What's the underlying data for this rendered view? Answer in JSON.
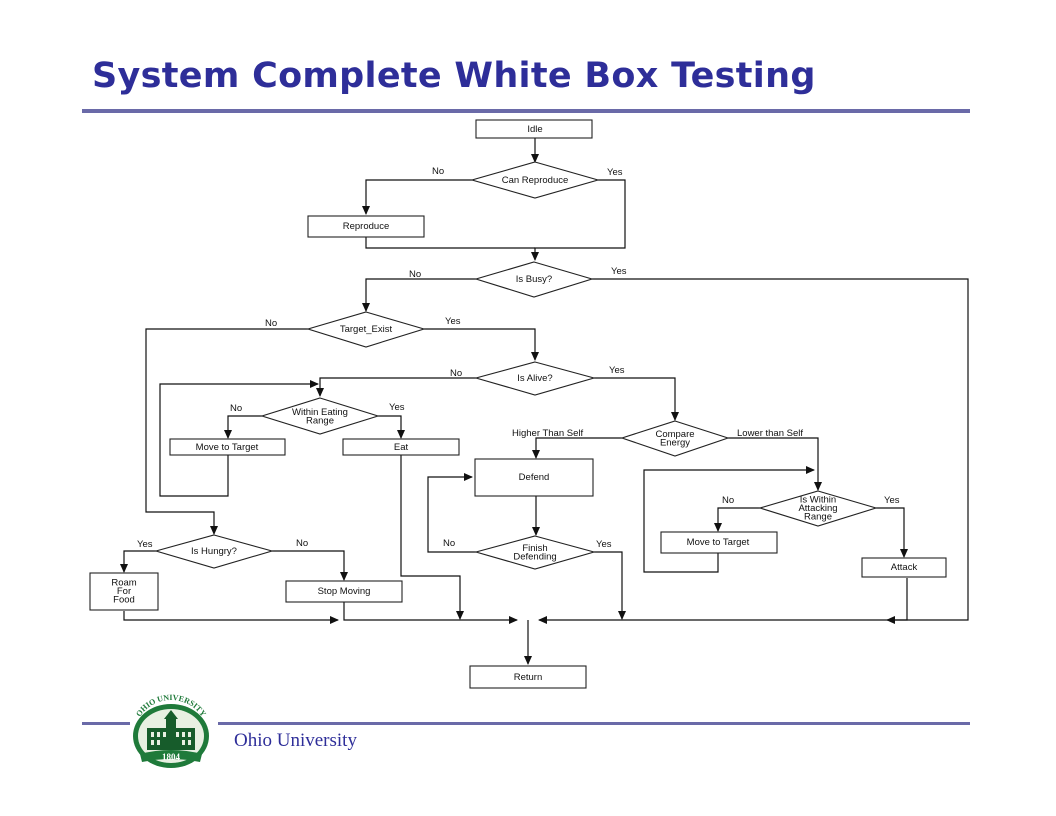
{
  "slide": {
    "title": "System Complete White Box Testing",
    "footer": "Ohio University"
  },
  "logo": {
    "arc_text": "OHIO UNIVERSITY",
    "year": "1804",
    "colors": {
      "green": "#1f7a3a",
      "dark_green": "#175c2b",
      "light": "#e8f0e2"
    }
  },
  "colors": {
    "title": "#2e2e99",
    "rule": "#6a6aa8"
  },
  "flowchart": {
    "nodes": {
      "idle": [
        "Idle"
      ],
      "can_reproduce": [
        "Can Reproduce"
      ],
      "reproduce": [
        "Reproduce"
      ],
      "is_busy": [
        "Is Busy?"
      ],
      "target_exist": [
        "Target_Exist"
      ],
      "is_alive": [
        "Is Alive?"
      ],
      "within_eating_range": [
        "Within Eating",
        "Range"
      ],
      "move_to_target_eat": [
        "Move to Target"
      ],
      "eat": [
        "Eat"
      ],
      "compare_energy": [
        "Compare",
        "Energy"
      ],
      "defend": [
        "Defend"
      ],
      "finish_defending": [
        "Finish",
        "Defending"
      ],
      "is_within_attacking_range": [
        "Is Within",
        "Attacking",
        "Range"
      ],
      "move_to_target_attack": [
        "Move to Target"
      ],
      "attack": [
        "Attack"
      ],
      "is_hungry": [
        "Is Hungry?"
      ],
      "roam_for_food": [
        "Roam",
        "For",
        "Food"
      ],
      "stop_moving": [
        "Stop Moving"
      ],
      "return": [
        "Return"
      ]
    },
    "edge_labels": {
      "can_reproduce_no": "No",
      "can_reproduce_yes": "Yes",
      "is_busy_no": "No",
      "is_busy_yes": "Yes",
      "target_exist_no": "No",
      "target_exist_yes": "Yes",
      "is_alive_no": "No",
      "is_alive_yes": "Yes",
      "eating_range_no": "No",
      "eating_range_yes": "Yes",
      "compare_higher": "Higher Than Self",
      "compare_lower": "Lower than Self",
      "finish_defending_no": "No",
      "finish_defending_yes": "Yes",
      "attacking_range_no": "No",
      "attacking_range_yes": "Yes",
      "is_hungry_yes": "Yes",
      "is_hungry_no": "No"
    }
  }
}
